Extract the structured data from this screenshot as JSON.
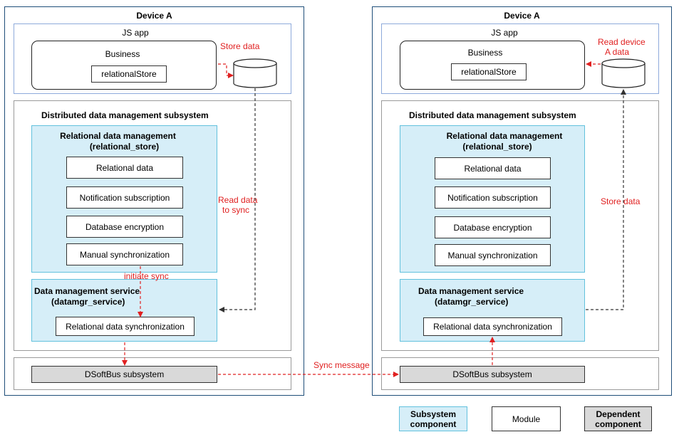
{
  "left": {
    "title": "Device A",
    "js_app": "JS app",
    "business": "Business",
    "relational_store": "relationalStore",
    "ddm_subsystem": "Distributed data management subsystem",
    "rdm_title": "Relational data management",
    "rdm_sub": "(relational_store)",
    "modules": [
      "Relational data",
      "Notification subscription",
      "Database encryption",
      "Manual synchronization"
    ],
    "dms_title": "Data management service",
    "dms_sub": "(datamgr_service)",
    "sync_module": "Relational data synchronization",
    "dsoftbus": "DSoftBus subsystem",
    "store_data": "Store data",
    "read_sync_1": "Read data",
    "read_sync_2": "to sync",
    "initiate_sync": "initiate sync"
  },
  "right": {
    "title": "Device A",
    "js_app": "JS app",
    "business": "Business",
    "relational_store": "relationalStore",
    "ddm_subsystem": "Distributed data management subsystem",
    "rdm_title": "Relational data management",
    "rdm_sub": "(relational_store)",
    "modules": [
      "Relational data",
      "Notification subscription",
      "Database encryption",
      "Manual synchronization"
    ],
    "dms_title": "Data management service",
    "dms_sub": "(datamgr_service)",
    "sync_module": "Relational data synchronization",
    "dsoftbus": "DSoftBus subsystem",
    "read_device_1": "Read device",
    "read_device_2": "A data",
    "store_data": "Store data"
  },
  "sync_message": "Sync message",
  "legend": {
    "subsystem_1": "Subsystem",
    "subsystem_2": "component",
    "module": "Module",
    "dependent_1": "Dependent",
    "dependent_2": "component"
  },
  "colors": {
    "arrow_red": "#e02020",
    "arrow_dark": "#333333",
    "subsystem_fill": "#d6eef8",
    "dependent_fill": "#d9d9d9"
  }
}
